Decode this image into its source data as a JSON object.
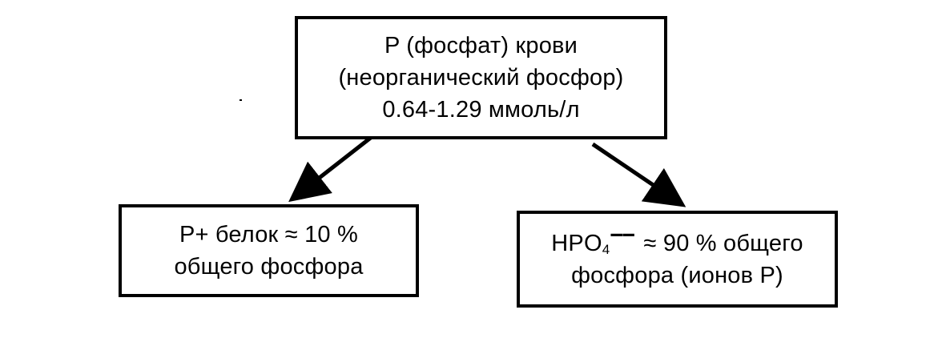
{
  "diagram": {
    "top_box": {
      "line1": "P (фосфат) крови",
      "line2": "(неорганический фосфор)",
      "line3": "0.64-1.29 ммоль/л"
    },
    "left_box": {
      "line1": "P+ белок ≈ 10 %",
      "line2": "общего фосфора"
    },
    "right_box": {
      "formula_base": "HPO",
      "formula_subscript": "4",
      "formula_charge": "−−",
      "line1_rest": " ≈ 90 % общего",
      "line2": "фосфора (ионов P)"
    },
    "colors": {
      "stroke": "#000000",
      "background": "#ffffff"
    }
  }
}
